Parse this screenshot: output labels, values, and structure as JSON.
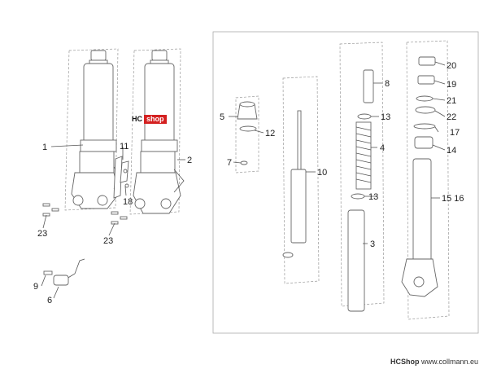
{
  "callouts": [
    "1",
    "2",
    "3",
    "4",
    "5",
    "6",
    "7",
    "8",
    "9",
    "10",
    "11",
    "12",
    "13",
    "13",
    "14",
    "15 16",
    "17",
    "18",
    "19",
    "20",
    "21",
    "22",
    "23",
    "23"
  ],
  "watermark": {
    "left": "HC",
    "right": "shop"
  },
  "footer": {
    "brand": "HCShop",
    "url": "www.collmann.eu"
  },
  "colors": {
    "line": "#555555",
    "shop_badge": "#d42020"
  }
}
